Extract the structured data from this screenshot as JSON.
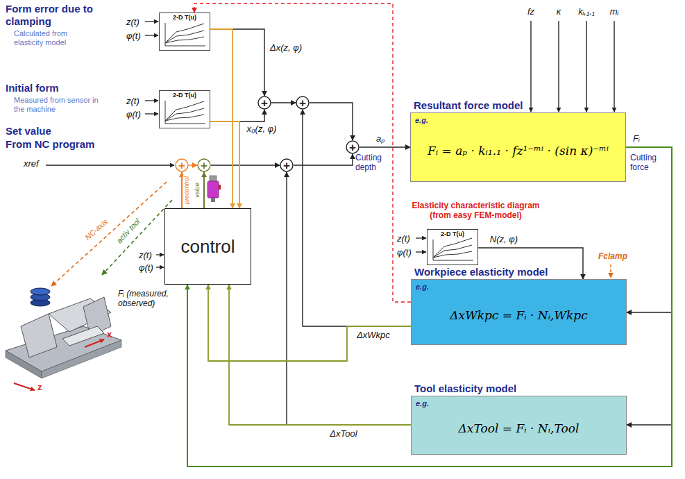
{
  "diagram": {
    "nodes": [
      {
        "text": [
          "2-D T(u)"
        ]
      },
      {
        "text": [
          "2-D T(u)"
        ]
      },
      {
        "text": [
          "+"
        ]
      },
      {
        "text": [
          "+"
        ]
      },
      {
        "text": [
          "+"
        ]
      },
      {
        "text": [
          "+"
        ]
      },
      {
        "text": [
          "+"
        ]
      },
      {
        "text": [
          "+"
        ]
      },
      {
        "text": [
          "Resultant force model",
          "e.g.",
          "Fᵢ = aₚ · kᵢ₁.₁ · fz¹⁻ᵐⁱ · (sin κ)⁻ᵐⁱ"
        ]
      },
      {
        "text": [
          "2-D T(u)"
        ]
      },
      {
        "text": [
          "Workpiece elasticity model",
          "e.g.",
          "ΔxWkpc = Fᵢ · Nᵢ,Wkpc"
        ]
      },
      {
        "text": [
          "Tool elasticity model",
          "e.g.",
          "ΔxTool = Fᵢ · Nᵢ,Tool"
        ]
      },
      {
        "text": [
          "control"
        ]
      }
    ],
    "edges": [
      {
        "from": 0,
        "to": 2,
        "arrow": "to",
        "label": "Δx(z, φ)"
      },
      {
        "from": 1,
        "to": 2,
        "arrow": "to",
        "label": "x₀(z, φ)"
      },
      {
        "from": 2,
        "to": 3,
        "arrow": "to"
      },
      {
        "from": 3,
        "to": 4,
        "arrow": "to"
      },
      {
        "from": 5,
        "to": 6,
        "arrow": "to"
      },
      {
        "from": 6,
        "to": 7,
        "arrow": "to"
      },
      {
        "from": 7,
        "to": 4,
        "arrow": "to"
      },
      {
        "from": 4,
        "to": 8,
        "arrow": "to",
        "label": "aₚ"
      },
      {
        "from": 8,
        "to": 10,
        "arrow": "to"
      },
      {
        "from": 8,
        "to": 11,
        "arrow": "to"
      },
      {
        "from": 9,
        "to": 10,
        "arrow": "to",
        "label": "N(z, φ)"
      },
      {
        "from": 10,
        "to": 3,
        "arrow": "to",
        "label": "ΔxWkpc"
      },
      {
        "from": 11,
        "to": 7,
        "arrow": "to",
        "label": "ΔxTool"
      },
      {
        "from": 10,
        "to": 0,
        "arrow": "to"
      },
      {
        "from": 12,
        "to": 5,
        "arrow": "to",
        "label": "precontrol"
      },
      {
        "from": 12,
        "to": 6,
        "arrow": "to",
        "label": "value"
      },
      {
        "from": 10,
        "to": 12,
        "arrow": "to"
      },
      {
        "from": 11,
        "to": 12,
        "arrow": "to"
      },
      {
        "from": 8,
        "to": 12,
        "arrow": "to"
      },
      {
        "from": 0,
        "to": 12,
        "arrow": "to"
      },
      {
        "from": 1,
        "to": 12,
        "arrow": "to"
      }
    ],
    "labels": [
      "Form error due to clamping",
      "Calculated from elasticity model",
      "Initial form",
      "Measured from sensor in the machine",
      "Set value",
      "From NC program",
      "xref",
      "z(t)",
      "φ(t)",
      "z(t)",
      "φ(t)",
      "z(t)",
      "φ(t)",
      "z(t)",
      "φ(t)",
      "fz",
      "κ",
      "kᵢ,₁.₁",
      "mᵢ",
      "Cutting depth",
      "Fᵢ",
      "Cutting force",
      "Elasticity characteristic diagram (from easy FEM-model)",
      "Fclamp",
      "NC-axis",
      "activ tool",
      "Fᵢ (measured, observed)",
      "x",
      "z"
    ]
  }
}
